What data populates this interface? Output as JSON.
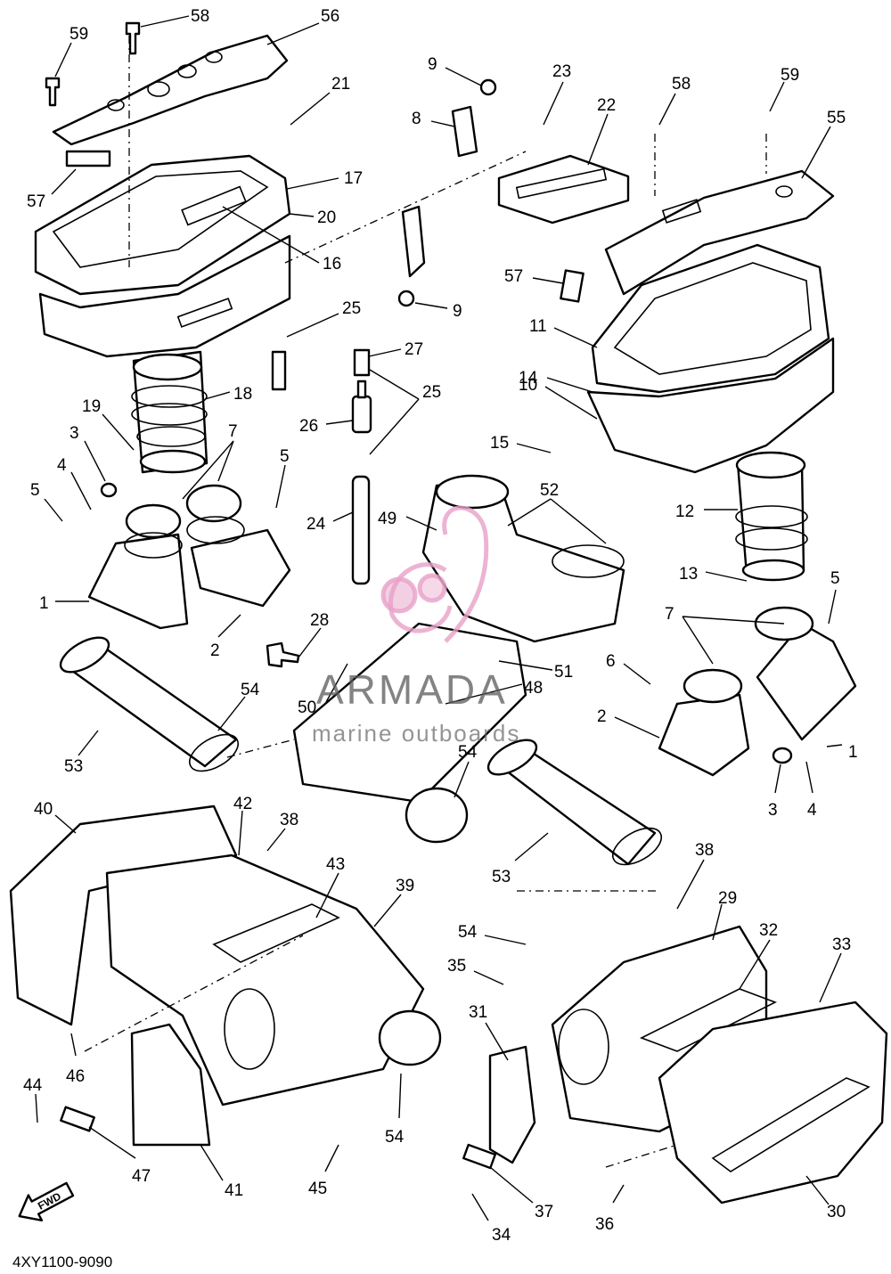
{
  "callouts": [
    "1",
    "2",
    "3",
    "4",
    "5",
    "6",
    "7",
    "8",
    "9",
    "10",
    "11",
    "12",
    "13",
    "14",
    "15",
    "16",
    "17",
    "18",
    "19",
    "20",
    "21",
    "22",
    "23",
    "24",
    "25",
    "26",
    "27",
    "28",
    "29",
    "30",
    "31",
    "32",
    "33",
    "34",
    "35",
    "36",
    "37",
    "38",
    "39",
    "40",
    "41",
    "42",
    "43",
    "44",
    "45",
    "46",
    "47",
    "48",
    "49",
    "50",
    "51",
    "52",
    "53",
    "54",
    "55",
    "56",
    "57",
    "58",
    "59"
  ],
  "watermark": {
    "name": "ARMADA",
    "tagline": "marine outboards",
    "accent": "#e8a0c8"
  },
  "direction": {
    "label": "FWD"
  },
  "part_number": "4XY1100-9090"
}
